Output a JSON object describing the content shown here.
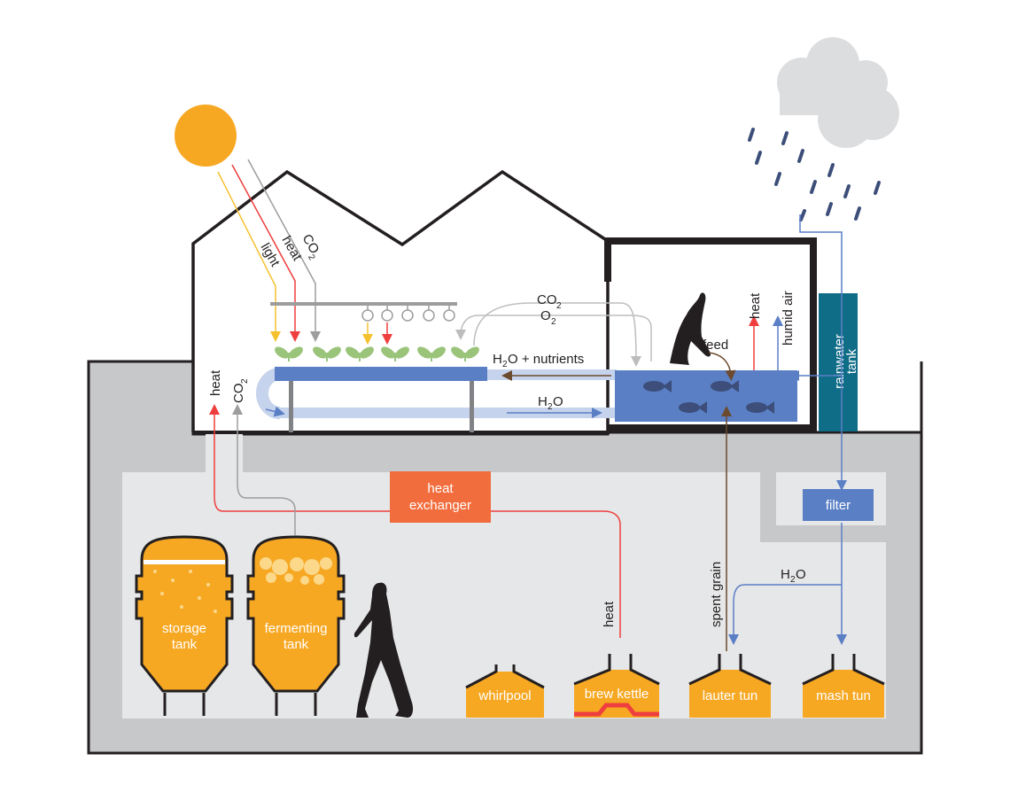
{
  "labels": {
    "light": "light",
    "heat_sun": "heat",
    "co2_sun": "CO",
    "co2_top": "CO",
    "o2_top": "O",
    "h2o_nutrients_h": "H",
    "h2o_nutrients_rest": "O + nutrients",
    "h2o_pipe_h": "H",
    "h2o_pipe_o": "O",
    "feed": "feed",
    "heat_fish": "heat",
    "humid_air": "humid air",
    "rainwater_tank_1": "rainwater",
    "rainwater_tank_2": "tank",
    "heat_left": "heat",
    "co2_left": "CO",
    "heat_exchanger_1": "heat",
    "heat_exchanger_2": "exchanger",
    "filter": "filter",
    "h2o_basement_h": "H",
    "h2o_basement_o": "O",
    "spent_grain": "spent grain",
    "heat_kettle": "heat",
    "storage_tank_1": "storage",
    "storage_tank_2": "tank",
    "fermenting_tank_1": "fermenting",
    "fermenting_tank_2": "tank",
    "whirlpool": "whirlpool",
    "brew_kettle": "brew kettle",
    "lauter_tun": "lauter tun",
    "mash_tun": "mash tun",
    "sub2": "2"
  },
  "colors": {
    "sun": "#f7a823",
    "light_arrow": "#f5c12e",
    "heat_arrow": "#ef3e3e",
    "co2_arrow": "#9d9d9d",
    "water_blue": "#5a7fc5",
    "pipe_light": "#c6d3ec",
    "tank_orange": "#f7a823",
    "exchanger": "#f26d3d",
    "rain_tank": "#0f6d87",
    "basement": "#c7c8ca",
    "basement_inner": "#e6e7e8",
    "cloud": "#dcdddf",
    "rain": "#3c4e79",
    "plant": "#9bc47b",
    "grain_arrow": "#6b4a2e"
  }
}
